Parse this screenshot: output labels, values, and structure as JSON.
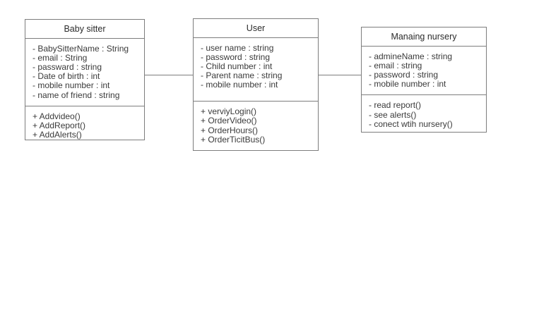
{
  "diagram": {
    "type": "uml-class-diagram",
    "background_color": "#ffffff",
    "border_color": "#7d7d7d",
    "text_color": "#3a3a3a",
    "classes": [
      {
        "id": "baby-sitter",
        "title": "Baby sitter",
        "attributes": [
          "- BabySitterName : String",
          "- email : String",
          "- passward : string",
          "- Date of birth : int",
          "- mobile number : int",
          "- name of friend : string"
        ],
        "methods": [
          "+ Addvideo()",
          "+ AddReport()",
          "+ AddAlerts()"
        ]
      },
      {
        "id": "user",
        "title": "User",
        "attributes": [
          "- user name : string",
          "- password : string",
          "- Child number : int",
          "- Parent name : string",
          "- mobile number : int"
        ],
        "methods": [
          "+ verviyLogin()",
          "+ OrderVideo()",
          "+ OrderHours()",
          "+ OrderTicitBus()"
        ]
      },
      {
        "id": "managing-nursery",
        "title": "Manaing nursery",
        "attributes": [
          "- admineName : string",
          "- email : string",
          "- password : string",
          "- mobile number : int"
        ],
        "methods": [
          "- read report()",
          "- see alerts()",
          "- conect wtih nursery()"
        ]
      }
    ],
    "connectors": [
      {
        "id": "babysitter-user",
        "from": "baby-sitter",
        "to": "user",
        "style": "plain-association"
      },
      {
        "id": "user-nursery",
        "from": "user",
        "to": "managing-nursery",
        "style": "plain-association"
      }
    ]
  }
}
